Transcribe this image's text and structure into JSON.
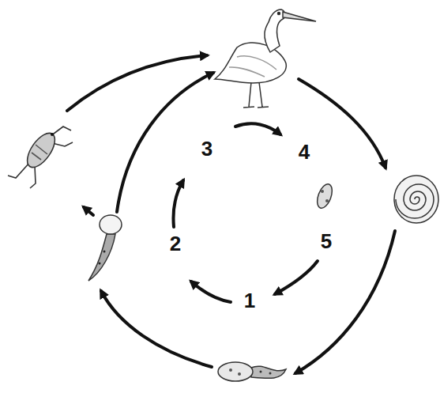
{
  "diagram": {
    "labels": [
      "3",
      "4",
      "2",
      "5",
      "1"
    ]
  }
}
